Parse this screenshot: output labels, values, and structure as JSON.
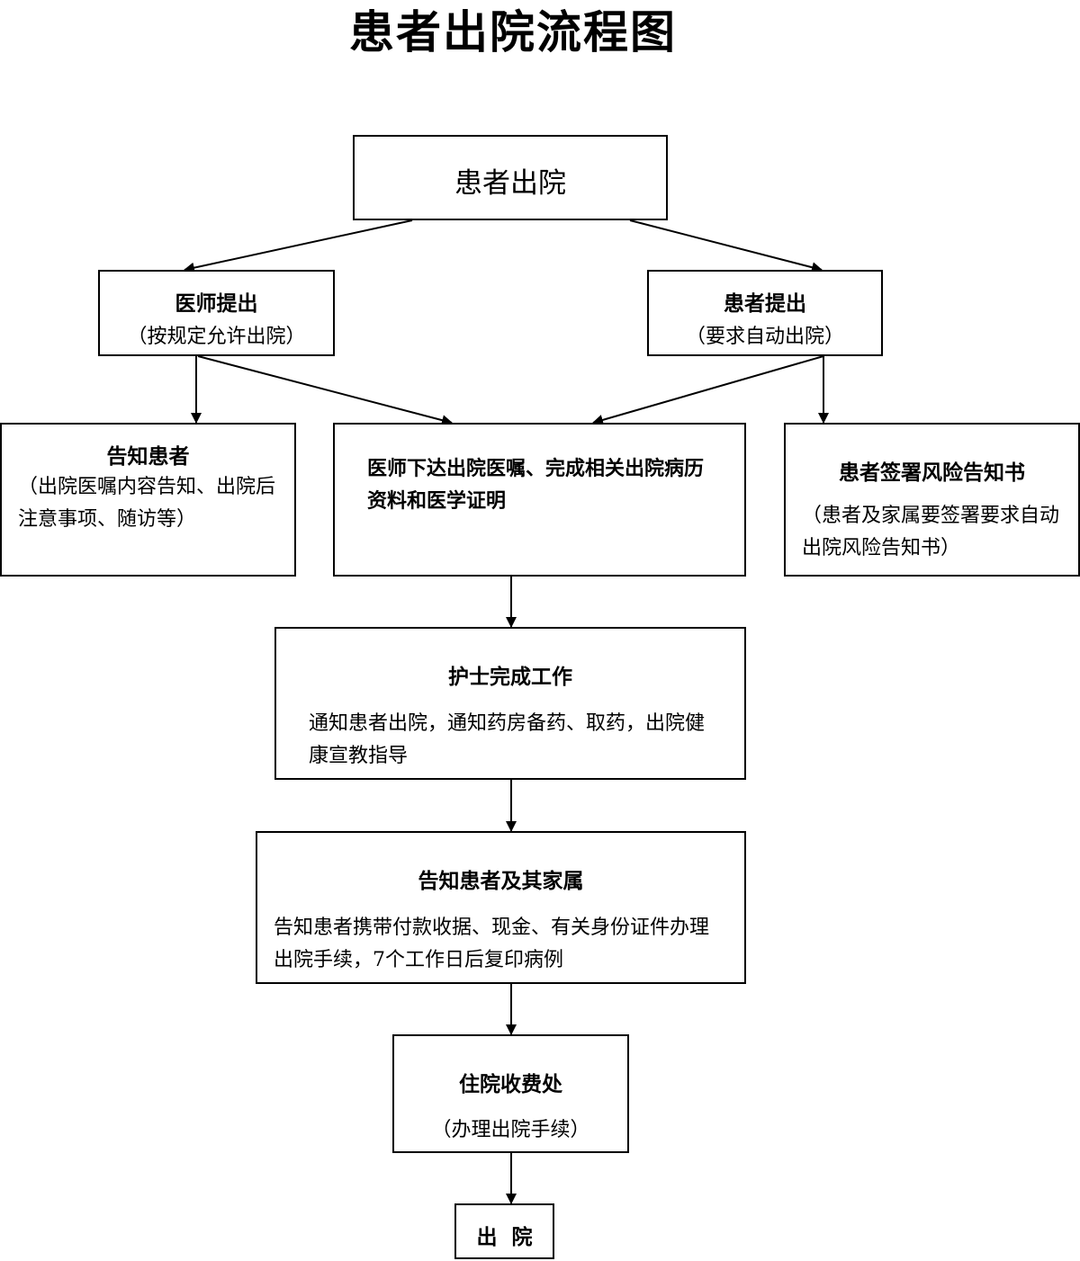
{
  "title": "患者出院流程图",
  "nodes": {
    "start": {
      "label": "患者出院"
    },
    "doctor": {
      "label": "医师提出",
      "sub": "（按规定允许出院）"
    },
    "patient": {
      "label": "患者提出",
      "sub": "（要求自动出院）"
    },
    "inform": {
      "label": "告知患者",
      "detail": "（出院医嘱内容告知、出院后注意事项、随访等）"
    },
    "orders": {
      "label": "医师下达出院医嘱、完成相关出院病历资料和医学证明"
    },
    "risk": {
      "label": "患者签署风险告知书",
      "detail": "（患者及家属要签署要求自动出院风险告知书）"
    },
    "nurse": {
      "label": "护士完成工作",
      "detail": "通知患者出院，通知药房备药、取药，出院健康宣教指导"
    },
    "family": {
      "label": "告知患者及其家属",
      "detail": "告知患者携带付款收据、现金、有关身份证件办理出院手续，7个工作日后复印病例"
    },
    "cashier": {
      "label": "住院收费处",
      "sub": "（办理出院手续）"
    },
    "end": {
      "label": "出  院"
    }
  }
}
